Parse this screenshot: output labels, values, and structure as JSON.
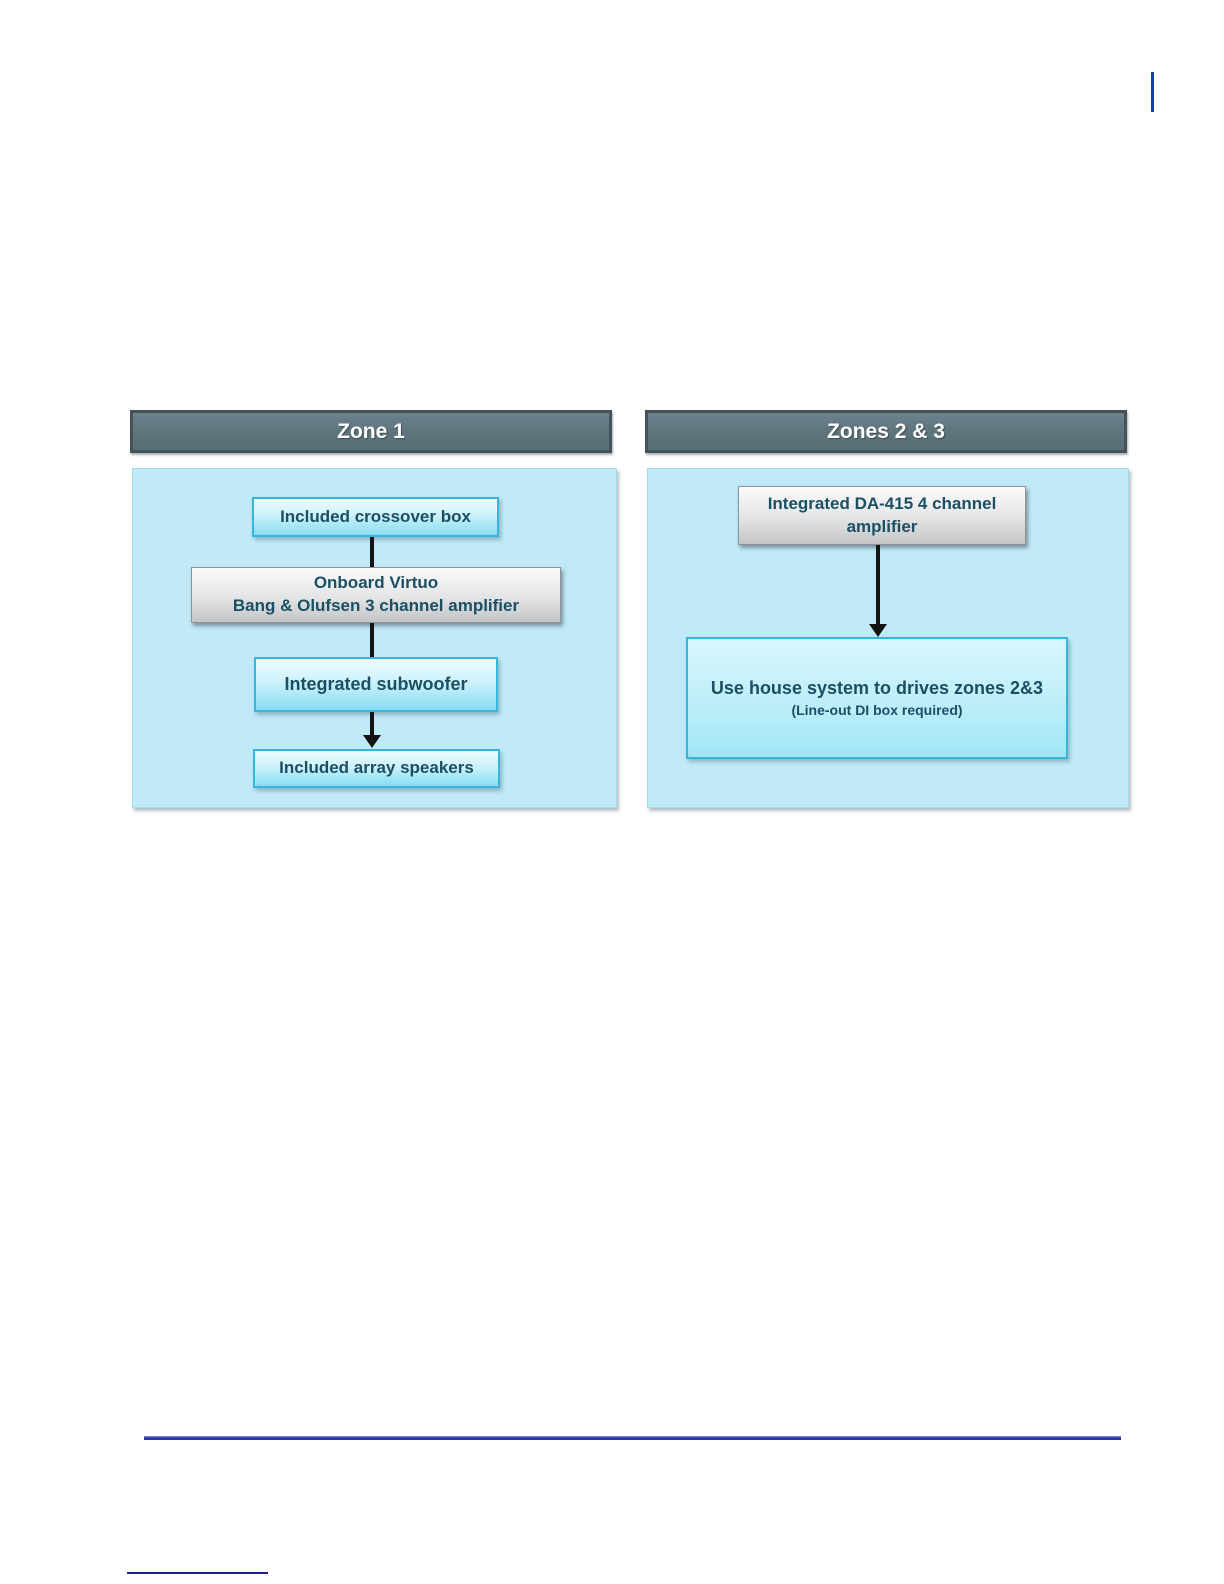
{
  "zones": [
    {
      "title": "Zone 1",
      "boxes": [
        {
          "lines": [
            "Included crossover box"
          ]
        },
        {
          "lines": [
            "Onboard Virtuo",
            "Bang & Olufsen 3 channel amplifier"
          ]
        },
        {
          "lines": [
            "Integrated subwoofer"
          ]
        },
        {
          "lines": [
            "Included array speakers"
          ]
        }
      ]
    },
    {
      "title": "Zones 2 & 3",
      "boxes": [
        {
          "lines": [
            "Integrated DA-415 4 channel amplifier"
          ]
        },
        {
          "lines": [
            "Use house system to drives zones 2&3",
            "(Line-out DI box required)"
          ]
        }
      ]
    }
  ],
  "colors": {
    "header_fill": "#5e747c",
    "header_border": "#46525a",
    "header_text": "#ffffff",
    "panel_fill": "#c1eaf8",
    "cyan_box_border": "#36b6d9",
    "box_text": "#1b4f63",
    "arrow": "#141414",
    "change_bar": "#1341a5",
    "divider": "#2533ad",
    "footnote_rule": "#1d1d8f"
  }
}
